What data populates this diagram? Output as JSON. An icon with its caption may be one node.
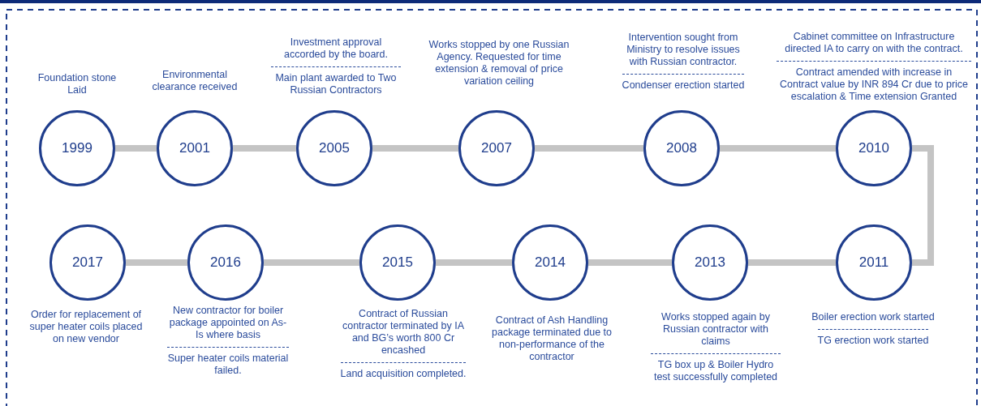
{
  "diagram": {
    "nodes": [
      {
        "text": [
          "1999"
        ],
        "beside": [
          "Foundation stone Laid"
        ]
      },
      {
        "text": [
          "2001"
        ],
        "beside": [
          "Environmental clearance received"
        ]
      },
      {
        "text": [
          "2005"
        ],
        "beside": [
          "Investment approval accorded by the board.",
          "Main plant awarded to Two Russian Contractors"
        ]
      },
      {
        "text": [
          "2007"
        ],
        "beside": [
          "Works stopped by one Russian Agency. Requested for time extension & removal of price variation ceiling"
        ]
      },
      {
        "text": [
          "2008"
        ],
        "beside": [
          "Intervention sought from Ministry to resolve issues with Russian contractor.",
          "Condenser erection started"
        ]
      },
      {
        "text": [
          "2010"
        ],
        "beside": [
          "Cabinet committee on Infrastructure directed IA to carry on with the contract.",
          "Contract amended with increase in Contract value by INR 894 Cr due to price escalation & Time extension Granted"
        ]
      },
      {
        "text": [
          "2011"
        ],
        "beside": [
          "Boiler erection work started",
          "TG erection work started"
        ]
      },
      {
        "text": [
          "2013"
        ],
        "beside": [
          "Works stopped again by Russian contractor with claims",
          "TG box up & Boiler Hydro test successfully completed"
        ]
      },
      {
        "text": [
          "2014"
        ],
        "beside": [
          "Contract of Ash Handling package terminated due to non-performance of the contractor"
        ]
      },
      {
        "text": [
          "2015"
        ],
        "beside": [
          "Contract of Russian contractor terminated by IA and BG’s worth 800 Cr encashed",
          "Land acquisition completed."
        ]
      },
      {
        "text": [
          "2016"
        ],
        "beside": [
          "New contractor for boiler package appointed on As-Is where basis",
          "Super heater coils material failed."
        ]
      },
      {
        "text": [
          "2017"
        ],
        "beside": [
          "Order for replacement of super heater coils placed on new vendor"
        ]
      }
    ],
    "edges": [
      {
        "from": 0,
        "to": 1,
        "arrow": "none",
        "color": "#c4c4c4"
      },
      {
        "from": 1,
        "to": 2,
        "arrow": "none",
        "color": "#c4c4c4"
      },
      {
        "from": 2,
        "to": 3,
        "arrow": "none",
        "color": "#c4c4c4"
      },
      {
        "from": 3,
        "to": 4,
        "arrow": "none",
        "color": "#c4c4c4"
      },
      {
        "from": 4,
        "to": 5,
        "arrow": "none",
        "color": "#c4c4c4"
      },
      {
        "from": 5,
        "to": 6,
        "arrow": "none",
        "color": "#c4c4c4"
      },
      {
        "from": 6,
        "to": 7,
        "arrow": "none",
        "color": "#c4c4c4"
      },
      {
        "from": 7,
        "to": 8,
        "arrow": "none",
        "color": "#c4c4c4"
      },
      {
        "from": 8,
        "to": 9,
        "arrow": "none",
        "color": "#c4c4c4"
      },
      {
        "from": 9,
        "to": 10,
        "arrow": "none",
        "color": "#c4c4c4"
      },
      {
        "from": 10,
        "to": 11,
        "arrow": "none",
        "color": "#c4c4c4"
      }
    ]
  }
}
